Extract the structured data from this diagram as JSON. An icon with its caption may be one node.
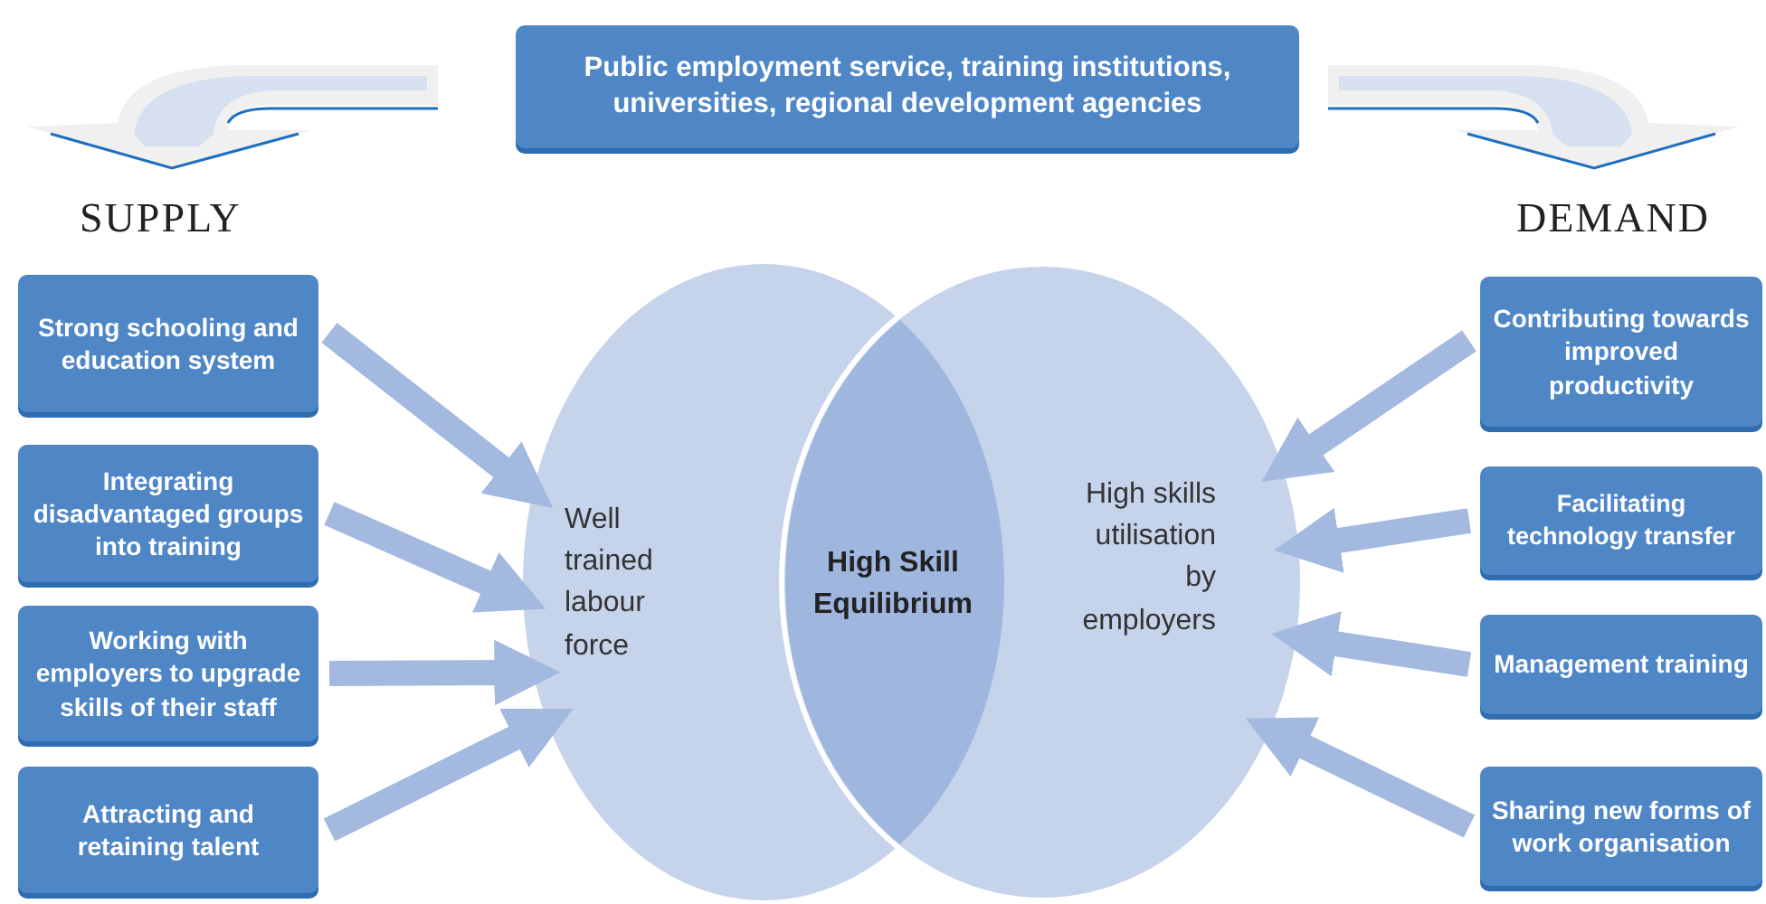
{
  "diagram": {
    "nodes": [
      {
        "text": [
          "Public employment service, training institutions, universities, regional development agencies"
        ]
      },
      {
        "text": [
          "Strong schooling and education system"
        ]
      },
      {
        "text": [
          "Integrating disadvantaged groups into training"
        ]
      },
      {
        "text": [
          "Working with employers to upgrade skills of their staff"
        ]
      },
      {
        "text": [
          "Attracting and retaining talent"
        ]
      },
      {
        "text": [
          "Well trained labour force"
        ]
      },
      {
        "text": [
          "High Skill Equilibrium"
        ]
      },
      {
        "text": [
          "High skills utilisation by employers"
        ]
      },
      {
        "text": [
          "Contributing towards improved productivity"
        ]
      },
      {
        "text": [
          "Facilitating technology transfer"
        ]
      },
      {
        "text": [
          "Management training"
        ]
      },
      {
        "text": [
          "Sharing new forms of work organisation"
        ]
      }
    ],
    "edges": [
      {
        "from": 1,
        "to": 5,
        "arrow": "to"
      },
      {
        "from": 2,
        "to": 5,
        "arrow": "to"
      },
      {
        "from": 3,
        "to": 5,
        "arrow": "to"
      },
      {
        "from": 4,
        "to": 5,
        "arrow": "to"
      },
      {
        "from": 8,
        "to": 7,
        "arrow": "to"
      },
      {
        "from": 9,
        "to": 7,
        "arrow": "to"
      },
      {
        "from": 10,
        "to": 7,
        "arrow": "to"
      },
      {
        "from": 11,
        "to": 7,
        "arrow": "to"
      }
    ],
    "labels": [
      "SUPPLY",
      "DEMAND"
    ]
  }
}
